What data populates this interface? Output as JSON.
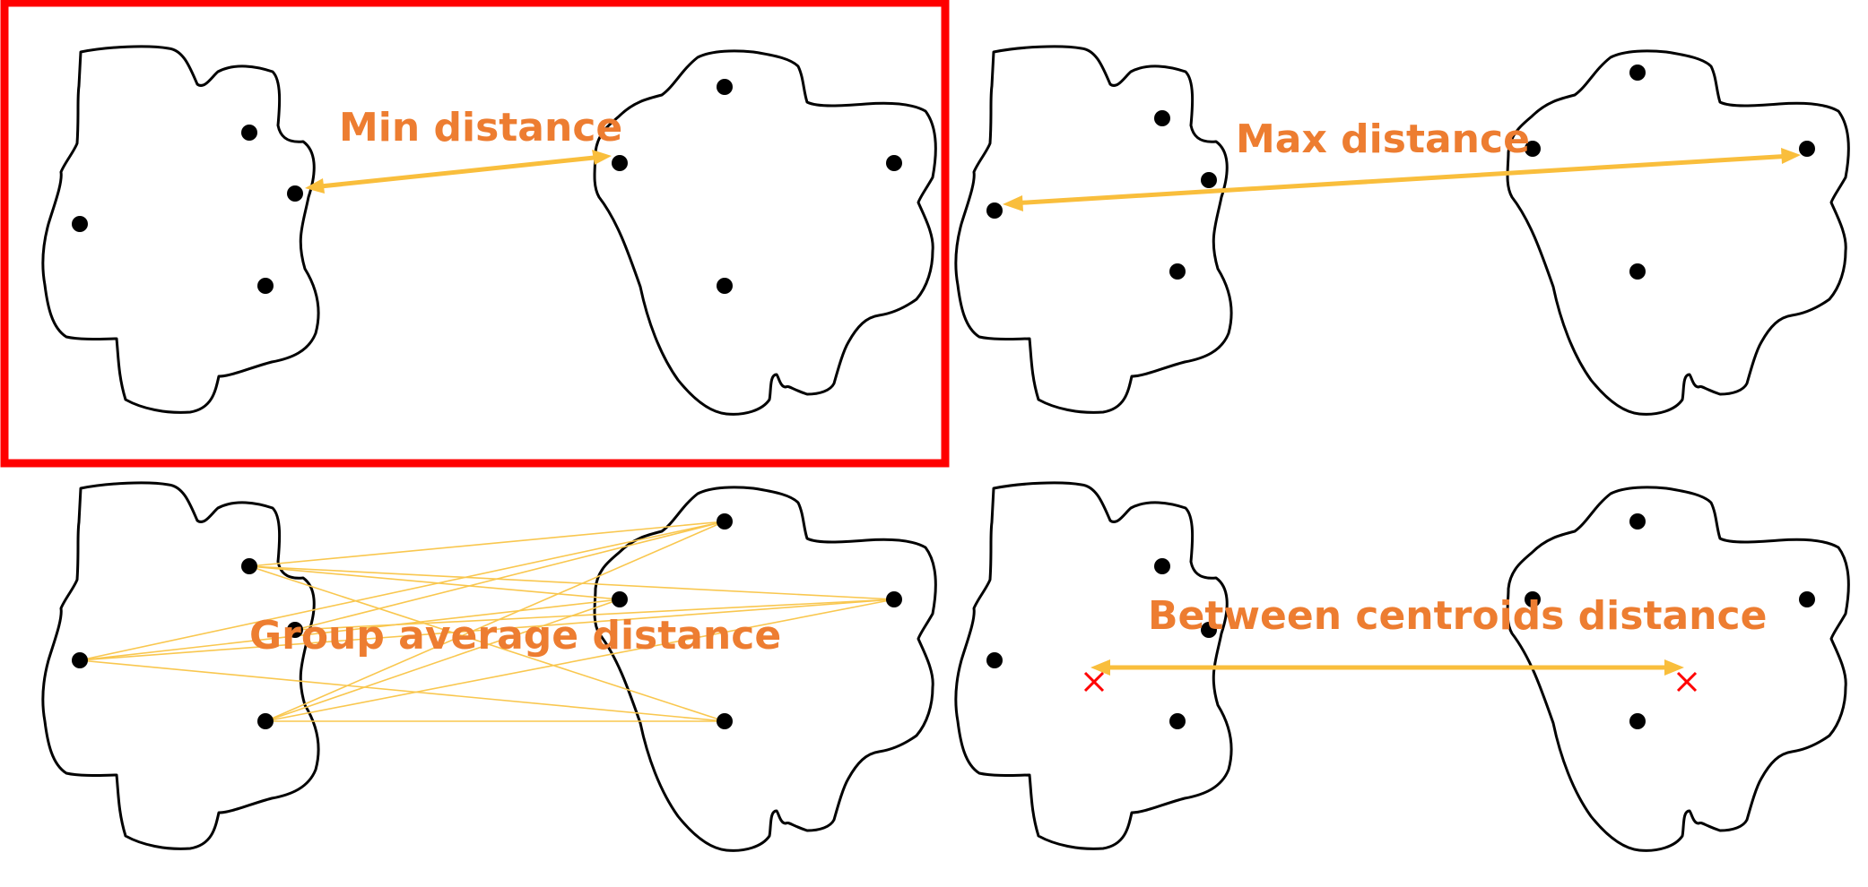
{
  "colors": {
    "label": "#ED7D31",
    "arrow": "#F9BE3C",
    "average_lines": "#F9C74F",
    "highlight": "#FF0000",
    "centroid": "#FF0000",
    "cluster_outline": "#000000",
    "point": "#000000"
  },
  "panels": [
    {
      "id": "min",
      "label": "Min distance",
      "highlighted": true
    },
    {
      "id": "max",
      "label": "Max distance",
      "highlighted": false
    },
    {
      "id": "average",
      "label": "Group average distance",
      "highlighted": false
    },
    {
      "id": "centroid",
      "label": "Between centroids distance",
      "highlighted": false
    }
  ],
  "icons": {
    "data_point": "filled-circle",
    "centroid": "red-x-mark",
    "distance": "double-headed-arrow"
  }
}
